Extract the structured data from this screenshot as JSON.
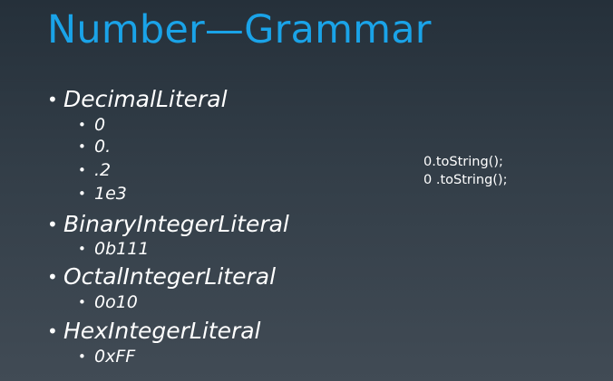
{
  "slide": {
    "title": "Number—Grammar",
    "bullet_char": "•",
    "items": [
      {
        "label": "DecimalLiteral",
        "children": [
          "0",
          "0.",
          ".2",
          "1e3"
        ]
      },
      {
        "label": "BinaryIntegerLiteral",
        "children": [
          "0b111"
        ]
      },
      {
        "label": "OctalIntegerLiteral",
        "children": [
          "0o10"
        ]
      },
      {
        "label": "HexIntegerLiteral",
        "children": [
          "0xFF"
        ]
      }
    ],
    "code_lines": [
      "0.toString();",
      "0 .toString();"
    ]
  }
}
